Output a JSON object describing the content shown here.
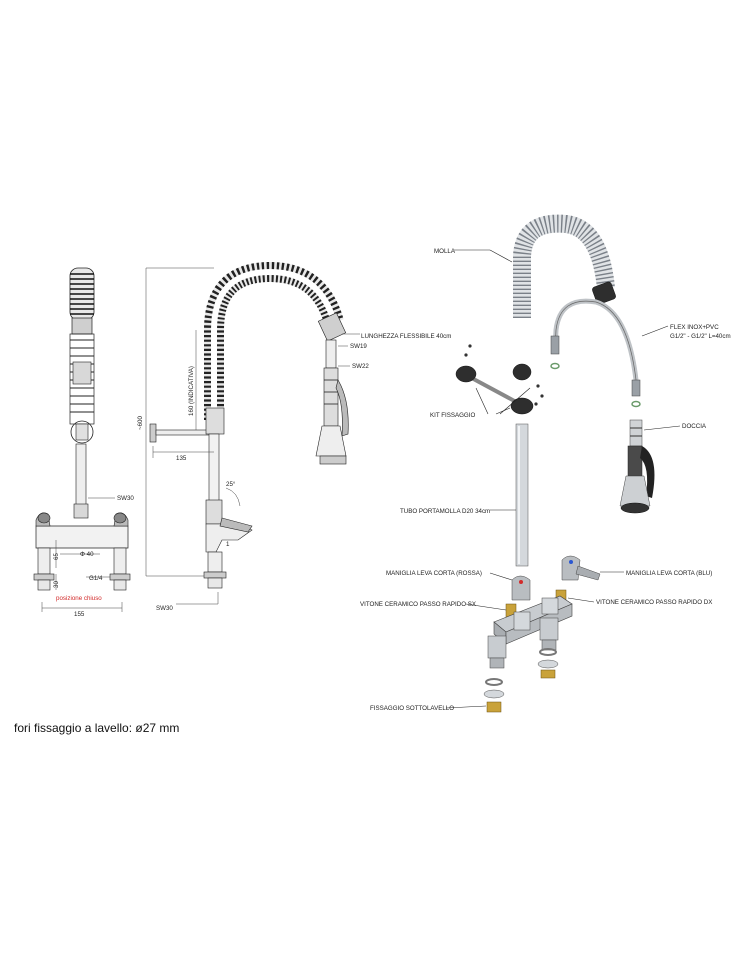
{
  "labels": {
    "molla": "MOLLA",
    "flex": "FLEX INOX+PVC",
    "flex_spec": "G1/2\" - G1/2\" L=40cm",
    "doccia": "DOCCIA",
    "kit_fissaggio": "KIT FISSAGGIO",
    "tubo": "TUBO PORTAMOLLA D20 34cm",
    "maniglia_rossa": "MANIGLIA LEVA CORTA (ROSSA)",
    "maniglia_blu": "MANIGLIA LEVA CORTA (BLU)",
    "vitone_sx": "VITONE CERAMICO PASSO RAPIDO SX",
    "vitone_dx": "VITONE CERAMICO PASSO RAPIDO DX",
    "fissaggio": "FISSAGGIO SOTTOLAVELLO"
  },
  "dims": {
    "lunghezza": "LUNGHEZZA FLESSIBILE 40cm",
    "sw19": "SW19",
    "sw22": "SW22",
    "indicativa": "160 (INDICATIVA)",
    "h600": "~600",
    "w135": "135",
    "angle": "25°",
    "sw30_front": "SW30",
    "sw30_side": "SW30",
    "phi40": "Φ 40",
    "d65": "65",
    "d30": "30",
    "g14": "G1/4",
    "w155": "155",
    "posizione": "posizione chiuso"
  },
  "footer": "fori fissaggio a lavello: ø27 mm",
  "colors": {
    "red": "#d22a2a",
    "blue": "#2a57d2",
    "brass": "#c9a23a"
  }
}
